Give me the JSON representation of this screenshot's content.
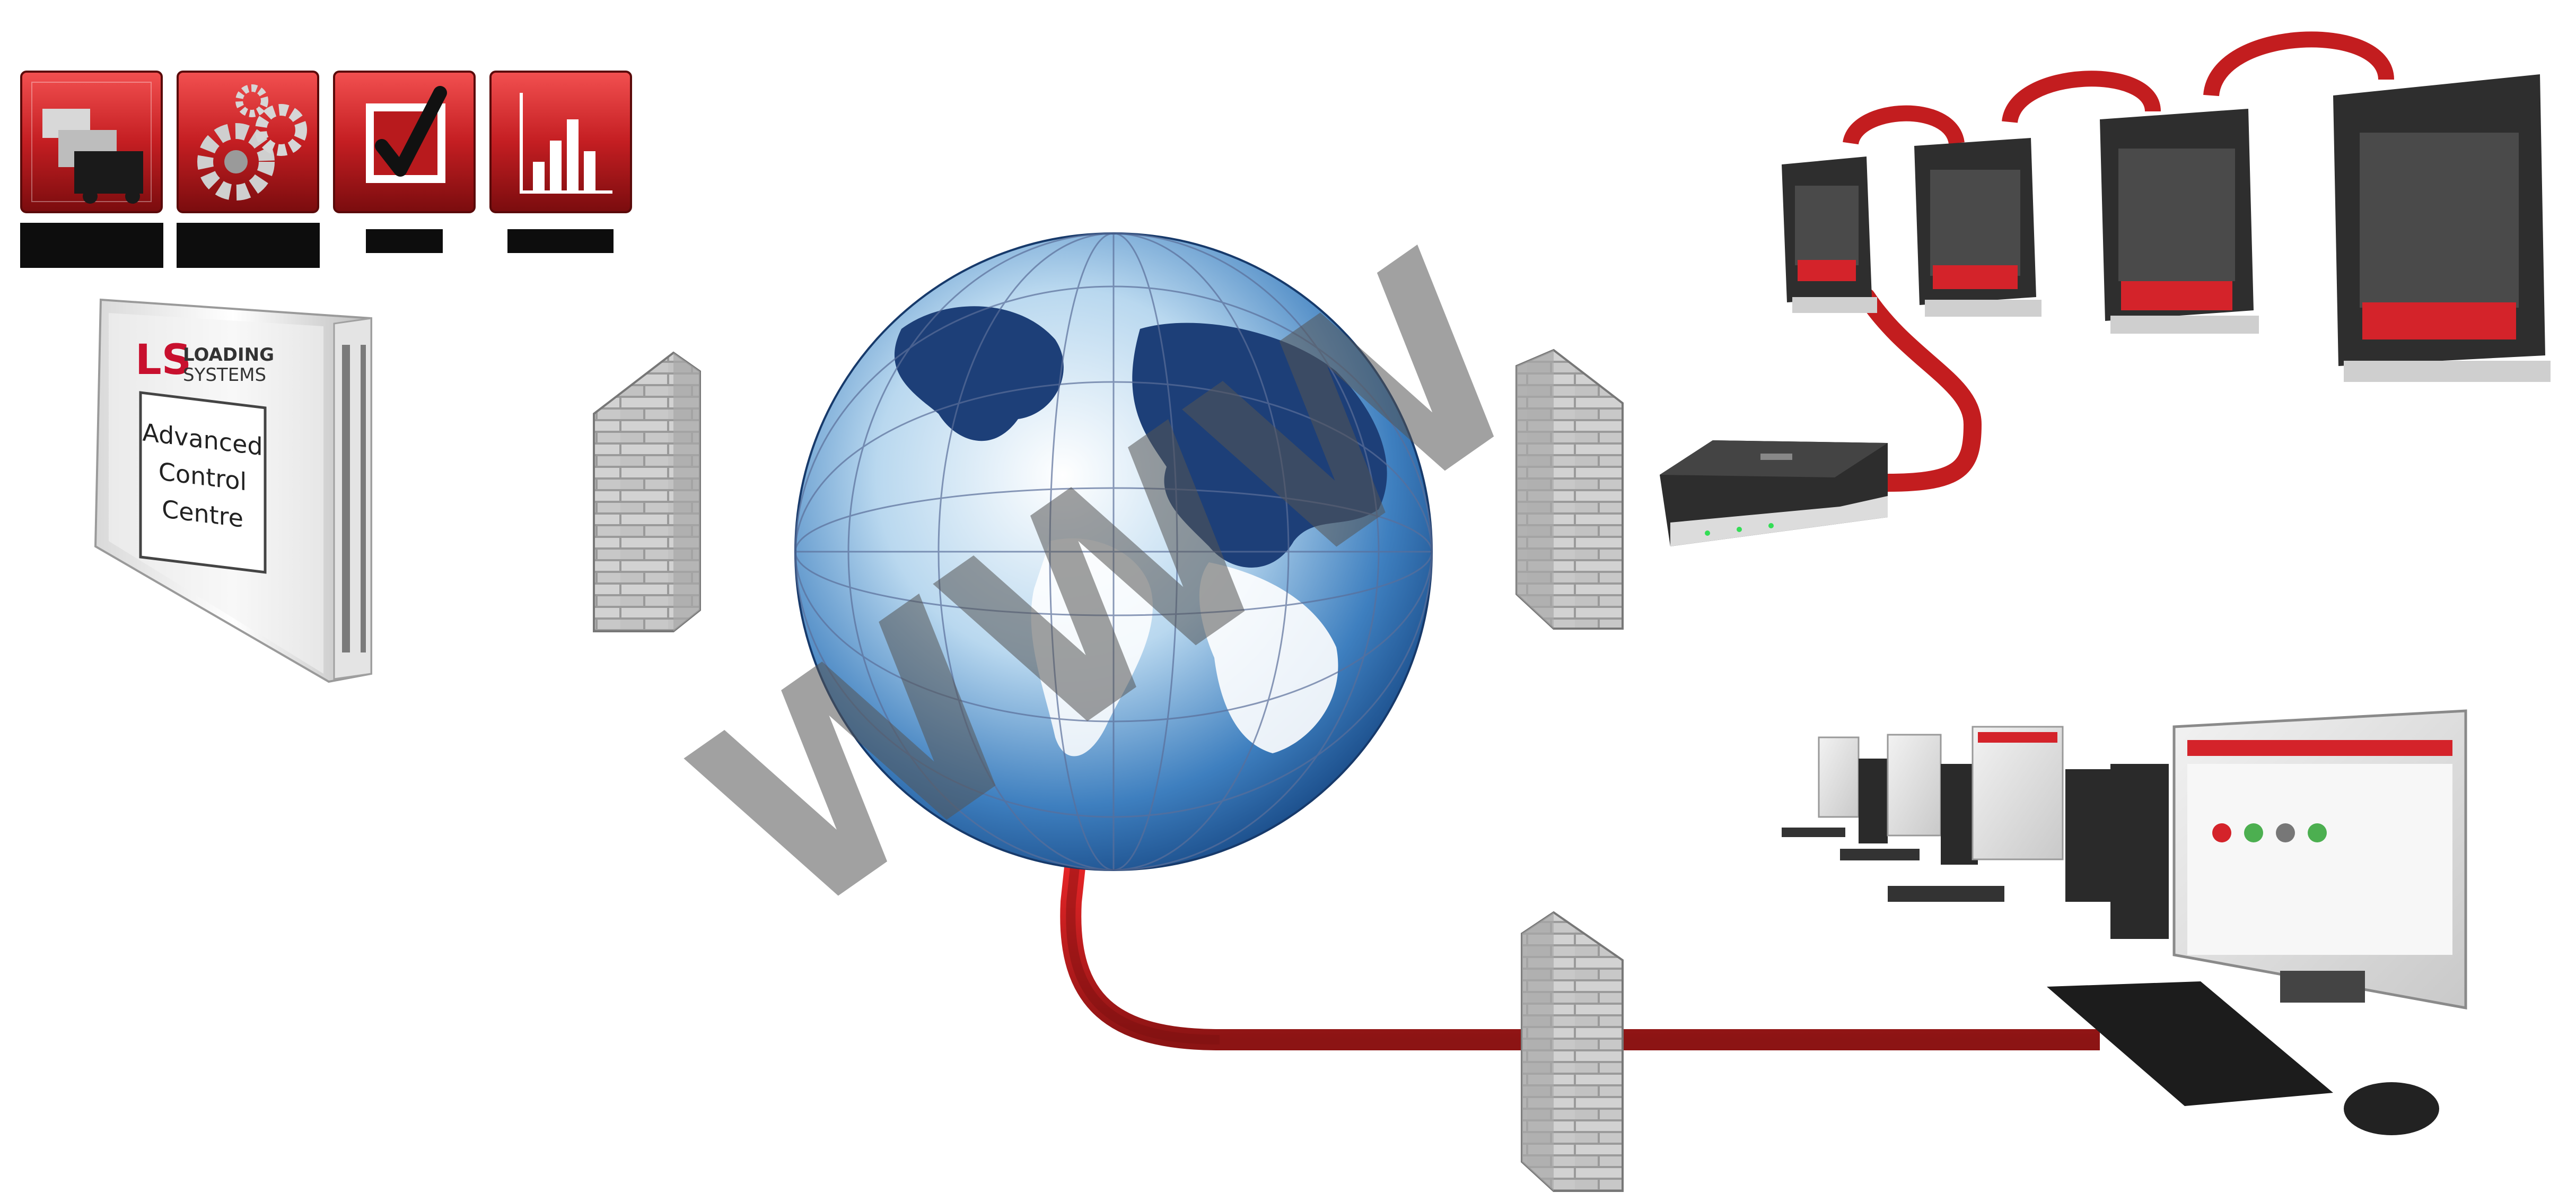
{
  "icons": [
    {
      "name": "trucks-icon",
      "caption": "▬▬▬▬▬"
    },
    {
      "name": "gears-icon",
      "caption": "▬▬▬▬▬"
    },
    {
      "name": "checkbox-icon",
      "caption": "▬▬▬"
    },
    {
      "name": "bar-chart-icon",
      "caption": "▬▬▬▬"
    }
  ],
  "server": {
    "brand_line1": "LOADING",
    "brand_line2": "SYSTEMS",
    "logo_letters": "LS",
    "label_line1": "Advanced",
    "label_line2": "Control",
    "label_line3": "Centre"
  },
  "globe": {
    "overlay_text": "WWW"
  },
  "colors": {
    "cable": "#e8282a",
    "cable_dark": "#8c1414",
    "icon_red": "#c41e22",
    "globe_dark": "#1d3f78",
    "globe_light": "#9cc8e8",
    "brick": "#b8b8b8",
    "device_dark": "#2d2d2d"
  }
}
